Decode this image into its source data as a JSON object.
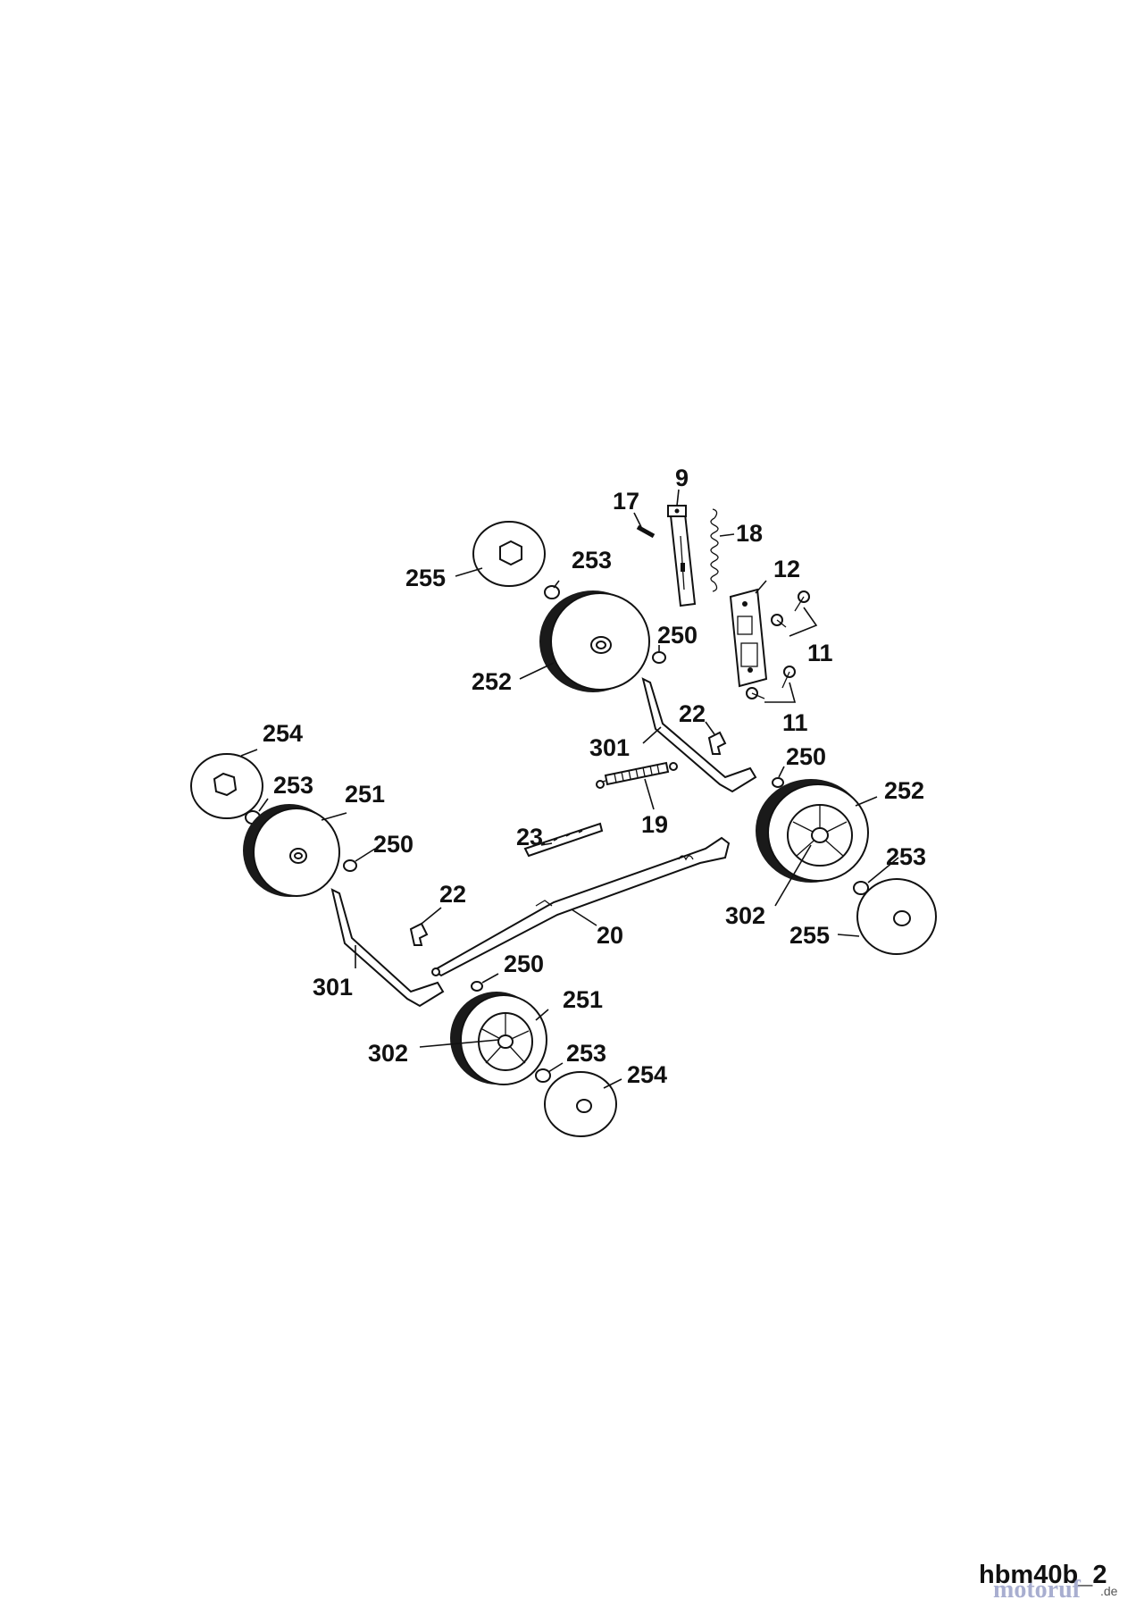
{
  "callouts": {
    "c9": "9",
    "c17": "17",
    "c18": "18",
    "c12": "12",
    "c255a": "255",
    "c253a": "253",
    "c250a": "250",
    "c252a": "252",
    "c11a": "11",
    "c11b": "11",
    "c22a": "22",
    "c301a": "301",
    "c250b": "250",
    "c252b": "252",
    "c254a": "254",
    "c253b": "253",
    "c251a": "251",
    "c250c": "250",
    "c19": "19",
    "c23": "23",
    "c253c": "253",
    "c302a": "302",
    "c255b": "255",
    "c22b": "22",
    "c20": "20",
    "c301b": "301",
    "c250d": "250",
    "c251b": "251",
    "c302b": "302",
    "c253d": "253",
    "c254b": "254"
  },
  "footer": {
    "code": "hbm40b_2"
  },
  "watermark": {
    "brand": "motoruf",
    "suffix": ".de"
  }
}
